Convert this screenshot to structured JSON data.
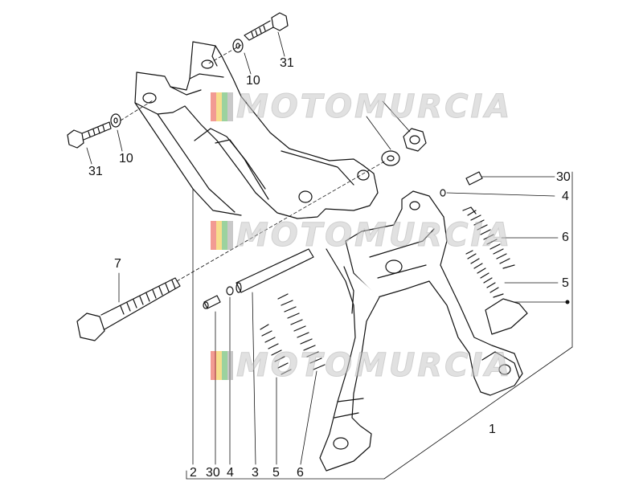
{
  "labels": {
    "l31a": "31",
    "l10a": "10",
    "l31b": "31",
    "l10b": "10",
    "l30a": "30",
    "l4a": "4",
    "l6a": "6",
    "l5a": "5",
    "l7": "7",
    "l1": "1",
    "b2": "2",
    "b30": "30",
    "b4": "4",
    "b3": "3",
    "b5": "5",
    "b6": "6"
  },
  "watermark": {
    "text": "MOTOMURCIA",
    "colors": [
      "#e84a3b",
      "#f2c230",
      "#4caf50",
      "#9e9e9e"
    ]
  }
}
